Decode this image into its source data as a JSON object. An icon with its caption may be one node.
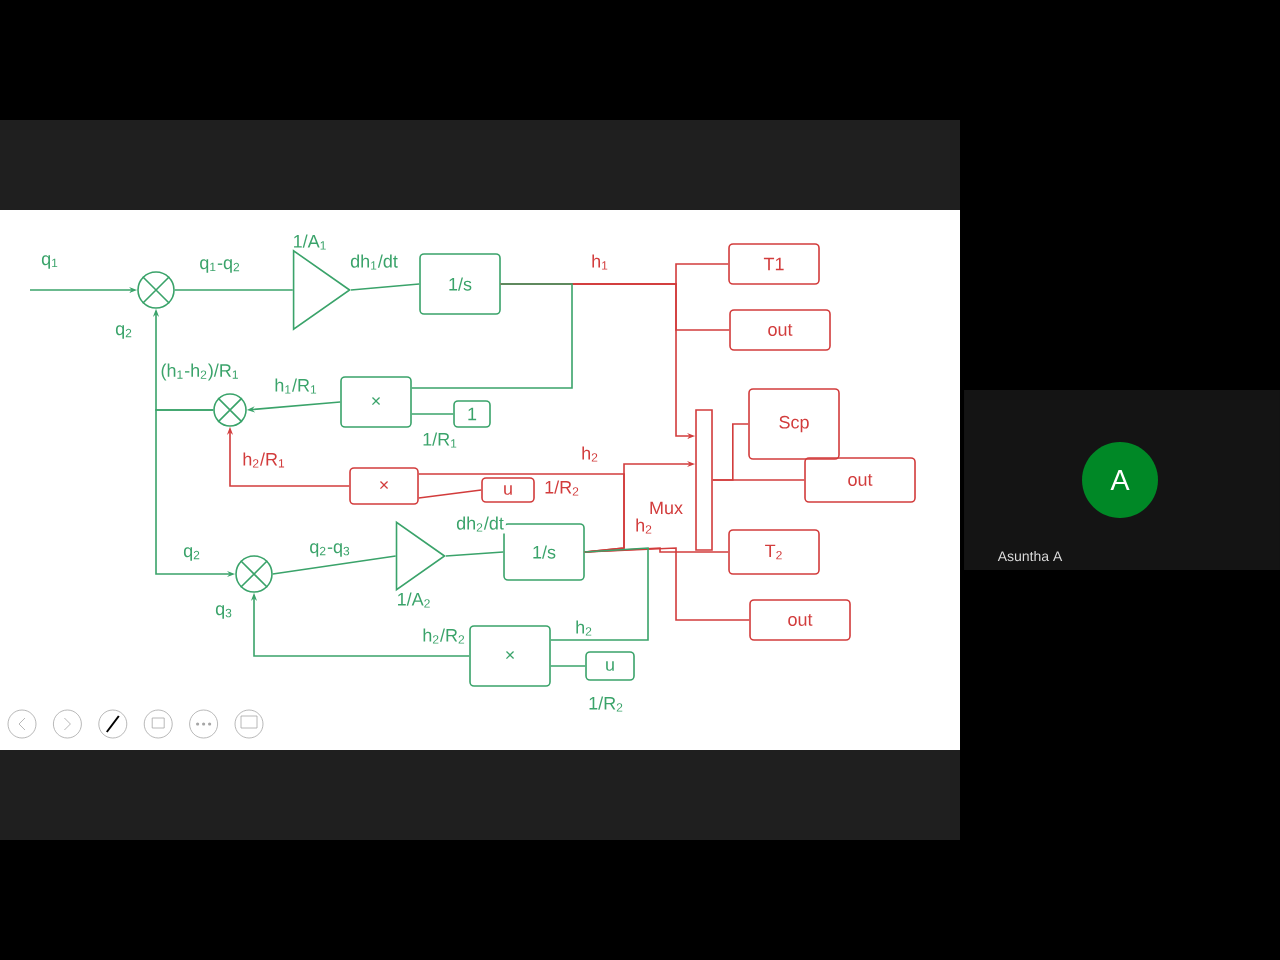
{
  "diagram": {
    "nodes": [
      {
        "text": [],
        "shape": "circle"
      },
      {
        "text": [],
        "shape": "triangle",
        "beside": [
          "1/A$_{1}$"
        ]
      },
      {
        "text": [
          "1/s"
        ]
      },
      {
        "text": [
          "T1"
        ]
      },
      {
        "text": [
          "out"
        ]
      },
      {
        "text": [],
        "shape": "circle"
      },
      {
        "text": [
          "×"
        ]
      },
      {
        "text": [
          "1"
        ],
        "beside": [
          "1/R$_{1}$"
        ]
      },
      {
        "text": [
          "×"
        ]
      },
      {
        "text": [
          "u"
        ],
        "beside": [
          "1/R$_{2}$"
        ]
      },
      {
        "text": [],
        "shape": "bar",
        "beside": [
          "Mux"
        ]
      },
      {
        "text": [
          "Scp"
        ]
      },
      {
        "text": [
          "out"
        ]
      },
      {
        "text": [],
        "shape": "circle"
      },
      {
        "text": [],
        "shape": "triangle",
        "beside": [
          "1/A$_{2}$"
        ]
      },
      {
        "text": [
          "1/s"
        ]
      },
      {
        "text": [
          "T$_{2}$"
        ]
      },
      {
        "text": [
          "out"
        ]
      },
      {
        "text": [
          "×"
        ]
      },
      {
        "text": [
          "u"
        ],
        "beside": [
          "1/R$_{2}$"
        ]
      }
    ],
    "edges": [
      {
        "from": null,
        "to": 0,
        "arrow": "to",
        "label": "q$_{1}$"
      },
      {
        "from": 0,
        "to": 1,
        "arrow": "none",
        "label": "q$_{1}$-q$_{2}$"
      },
      {
        "from": 1,
        "to": 2,
        "arrow": "none",
        "label": "dh$_{1}$/dt"
      },
      {
        "from": 2,
        "to": 3,
        "arrow": "none",
        "label": "h$_{1}$",
        "color": "#d23c3c"
      },
      {
        "from": 2,
        "to": 4,
        "arrow": "none",
        "color": "#d23c3c"
      },
      {
        "from": 2,
        "to": 10,
        "arrow": "to",
        "color": "#d23c3c"
      },
      {
        "from": 2,
        "to": 6,
        "arrow": "none"
      },
      {
        "from": 7,
        "to": 6,
        "arrow": "none"
      },
      {
        "from": 6,
        "to": 5,
        "arrow": "to",
        "label": "h$_{1}$/R$_{1}$"
      },
      {
        "from": 8,
        "to": 5,
        "arrow": "to",
        "label": "h$_{2}$/R$_{1}$",
        "color": "#d23c3c"
      },
      {
        "from": 5,
        "to": 0,
        "arrow": "to",
        "label": "q$_{2}$"
      },
      {
        "from": 5,
        "to": 13,
        "arrow": "to",
        "label": "q$_{2}$"
      },
      {
        "from": 15,
        "to": 8,
        "arrow": "none",
        "color": "#d23c3c"
      },
      {
        "from": 9,
        "to": 8,
        "arrow": "none",
        "color": "#d23c3c"
      },
      {
        "from": 15,
        "to": 10,
        "arrow": "to",
        "label": "h$_{2}$",
        "color": "#d23c3c"
      },
      {
        "from": 13,
        "to": 14,
        "arrow": "none",
        "label": "q$_{2}$-q$_{3}$"
      },
      {
        "from": 14,
        "to": 15,
        "arrow": "none",
        "label": "dh$_{2}$/dt"
      },
      {
        "from": 15,
        "to": 16,
        "arrow": "none",
        "label": "h$_{2}$",
        "color": "#d23c3c"
      },
      {
        "from": 15,
        "to": 17,
        "arrow": "none",
        "color": "#d23c3c"
      },
      {
        "from": 15,
        "to": 18,
        "arrow": "none",
        "label": "h$_{2}$"
      },
      {
        "from": 19,
        "to": 18,
        "arrow": "none"
      },
      {
        "from": 18,
        "to": 13,
        "arrow": "to",
        "label": "h$_{2}$/R$_{2}$"
      },
      {
        "from": 10,
        "to": 11,
        "arrow": "none",
        "color": "#d23c3c"
      },
      {
        "from": 10,
        "to": 12,
        "arrow": "none",
        "color": "#d23c3c"
      }
    ],
    "labels": [
      "(h$_{1}$-h$_{2}$)/R$_{1}$",
      "q$_{3}$",
      "A",
      "Asuntha A"
    ]
  }
}
